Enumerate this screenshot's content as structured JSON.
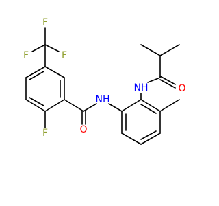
{
  "molecule": {
    "atoms": {
      "F_cf3_top": "F",
      "F_cf3_left": "F",
      "F_cf3_right": "F",
      "F_aryl": "F",
      "O_benzamide": "O",
      "NH_benzamide": "NH",
      "NH_isobutyramide": "NH",
      "O_isobutyramide": "O"
    },
    "colors": {
      "bond": "#000000",
      "fluorine": "#90a030",
      "oxygen": "#ff0000",
      "nitrogen": "#0000ff"
    }
  }
}
